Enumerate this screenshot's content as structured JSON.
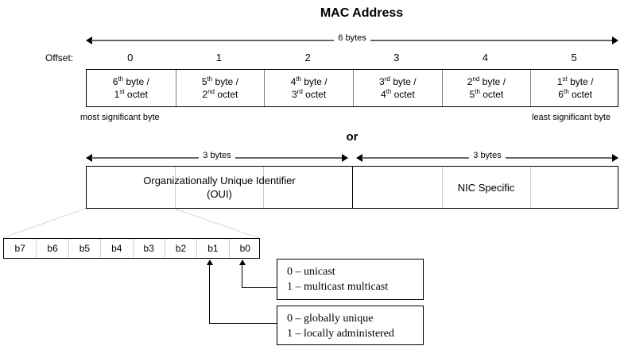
{
  "diagram": {
    "title": "MAC Address",
    "or_label": "or"
  },
  "byte_view": {
    "span_label": "6 bytes",
    "offset_word": "Offset:",
    "offsets": [
      "0",
      "1",
      "2",
      "3",
      "4",
      "5"
    ],
    "cells": [
      {
        "line1_num": "6",
        "line1_sup": "th",
        "line1_rest": " byte /",
        "line2_num": "1",
        "line2_sup": "st",
        "line2_rest": " octet"
      },
      {
        "line1_num": "5",
        "line1_sup": "th",
        "line1_rest": " byte /",
        "line2_num": "2",
        "line2_sup": "nd",
        "line2_rest": " octet"
      },
      {
        "line1_num": "4",
        "line1_sup": "th",
        "line1_rest": " byte /",
        "line2_num": "3",
        "line2_sup": "rd",
        "line2_rest": " octet"
      },
      {
        "line1_num": "3",
        "line1_sup": "rd",
        "line1_rest": " byte /",
        "line2_num": "4",
        "line2_sup": "th",
        "line2_rest": " octet"
      },
      {
        "line1_num": "2",
        "line1_sup": "nd",
        "line1_rest": " byte /",
        "line2_num": "5",
        "line2_sup": "th",
        "line2_rest": " octet"
      },
      {
        "line1_num": "1",
        "line1_sup": "st",
        "line1_rest": " byte /",
        "line2_num": "6",
        "line2_sup": "th",
        "line2_rest": " octet"
      }
    ],
    "left_note": "most significant byte",
    "right_note": "least significant byte"
  },
  "oui_view": {
    "left_span_label": "3 bytes",
    "right_span_label": "3 bytes",
    "left_title_line1": "Organizationally Unique Identifier",
    "left_title_line2": "(OUI)",
    "right_title": "NIC Specific"
  },
  "bit_view": {
    "bits": [
      "b7",
      "b6",
      "b5",
      "b4",
      "b3",
      "b2",
      "b1",
      "b0"
    ]
  },
  "callouts": [
    {
      "target_bit": "b0",
      "line1": "0 – unicast",
      "line2": "1 – multicast multicast"
    },
    {
      "target_bit": "b1",
      "line1": "0 – globally unique",
      "line2": "1 – locally administered"
    }
  ],
  "colors": {
    "stroke": "#000000",
    "dim_bar": "#666666",
    "light_divider": "#cfcfcf",
    "dotted_leader": "#b0b0b0",
    "background": "#ffffff"
  }
}
